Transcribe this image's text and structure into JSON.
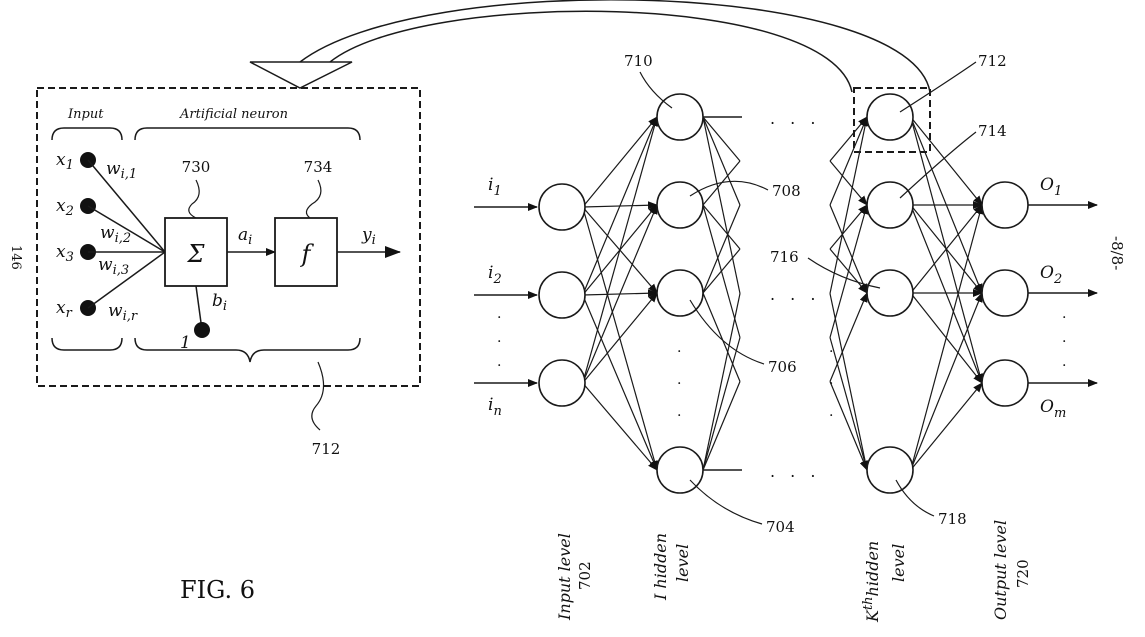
{
  "figure": {
    "caption": "FIG.   6",
    "page_left_number": "146",
    "page_right_label": "-8/8-"
  },
  "neuron_box": {
    "ref": "712",
    "input_heading": "Input",
    "neuron_heading": "Artificial neuron",
    "sum_ref": "730",
    "func_ref": "734",
    "sum_symbol": "Σ",
    "func_symbol": "f",
    "activation": "a",
    "activation_sub": "i",
    "bias": "b",
    "bias_sub": "i",
    "bias_input": "1",
    "output": "y",
    "output_sub": "i",
    "inputs": [
      {
        "name": "x",
        "sub": "1",
        "weight": "w",
        "wsub": "i,1"
      },
      {
        "name": "x",
        "sub": "2",
        "weight": "w",
        "wsub": "i,2"
      },
      {
        "name": "x",
        "sub": "3",
        "weight": "w",
        "wsub": "i,3"
      },
      {
        "name": "x",
        "sub": "r",
        "weight": "w",
        "wsub": "i,r"
      }
    ]
  },
  "network": {
    "inputs": [
      {
        "name": "i",
        "sub": "1"
      },
      {
        "name": "i",
        "sub": "2"
      },
      {
        "name": "i",
        "sub": "n"
      }
    ],
    "outputs": [
      {
        "name": "O",
        "sub": "1"
      },
      {
        "name": "O",
        "sub": "2"
      },
      {
        "name": "O",
        "sub": "m"
      }
    ],
    "ellipsis": ". . .",
    "refs": {
      "first_hidden_top": "710",
      "first_hidden_second": "708",
      "first_hidden_third": "706",
      "first_hidden_bottom": "704",
      "kth_hidden_top": "712",
      "kth_hidden_second": "714",
      "kth_hidden_third": "716",
      "kth_hidden_bottom": "718"
    },
    "levels": {
      "input_label": "Input level",
      "input_ref": "702",
      "first_hidden_line1": "I hidden",
      "first_hidden_line2": "level",
      "kth_hidden_k": "K",
      "kth_hidden_sup": "th",
      "kth_hidden_rest": "hidden",
      "kth_hidden_line2": "level",
      "output_label": "Output level",
      "output_ref": "720"
    }
  }
}
